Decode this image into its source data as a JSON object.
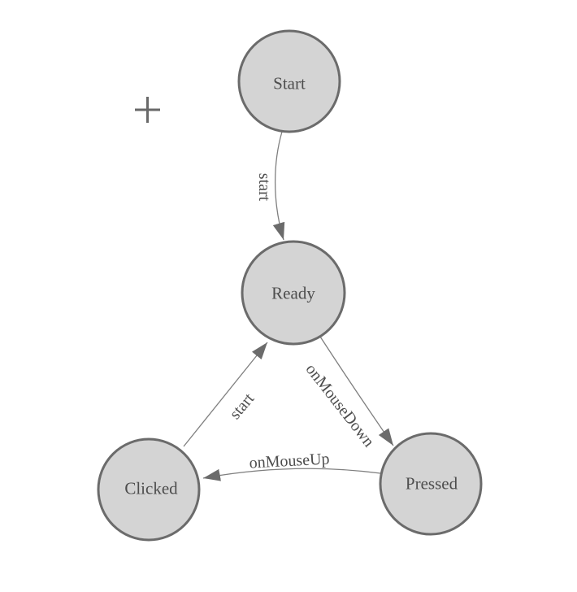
{
  "diagram": {
    "type": "state-machine-graph",
    "background": "#ffffff",
    "colors": {
      "node_fill": "#d4d4d4",
      "node_border": "#6b6b6b",
      "edge_line": "#7f7f7f",
      "arrowhead": "#6b6b6b",
      "label_text": "#4d4d4d",
      "cursor": "#696969"
    },
    "nodes": [
      {
        "id": "start",
        "label": "Start"
      },
      {
        "id": "ready",
        "label": "Ready"
      },
      {
        "id": "clicked",
        "label": "Clicked"
      },
      {
        "id": "pressed",
        "label": "Pressed"
      }
    ],
    "edges": [
      {
        "from": "Start",
        "to": "Ready",
        "label": "start"
      },
      {
        "from": "Clicked",
        "to": "Ready",
        "label": "start"
      },
      {
        "from": "Ready",
        "to": "Pressed",
        "label": "onMouseDown"
      },
      {
        "from": "Pressed",
        "to": "Clicked",
        "label": "onMouseUp"
      }
    ],
    "cursor": {
      "shape": "plus-crosshair"
    }
  }
}
